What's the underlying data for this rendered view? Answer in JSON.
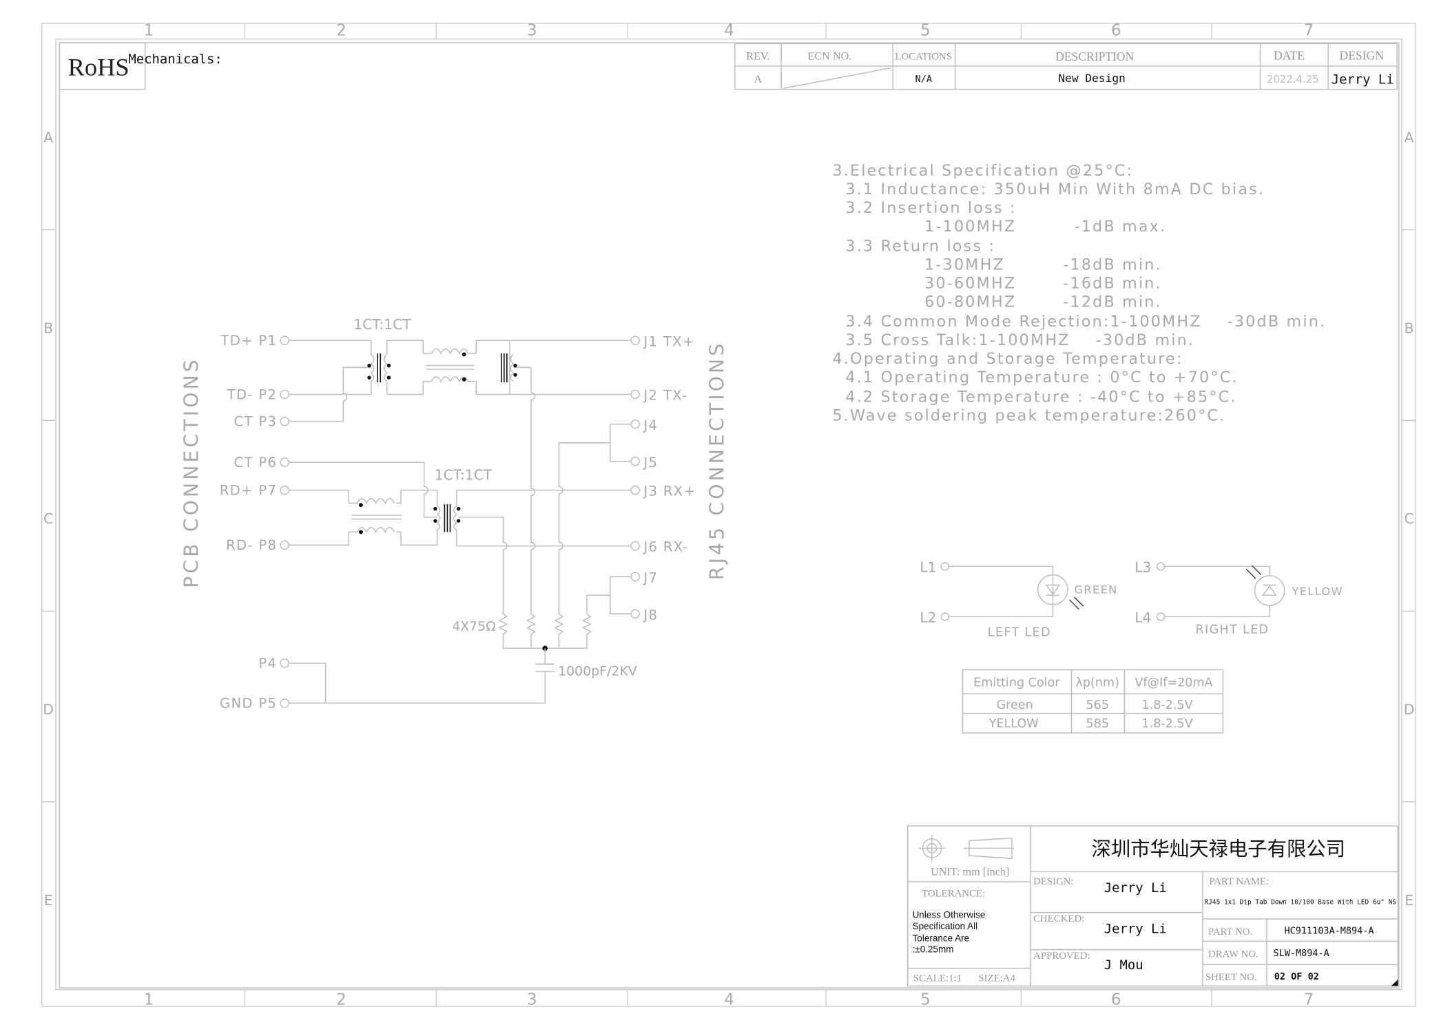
{
  "frame": {
    "columns": [
      "1",
      "2",
      "3",
      "4",
      "5",
      "6",
      "7"
    ],
    "rows": [
      "A",
      "B",
      "C",
      "D",
      "E"
    ]
  },
  "rohs": "RoHS",
  "mechanicals": "Mechanicals:",
  "revision_table": {
    "headers": [
      "REV.",
      "ECN NO.",
      "LOCATIONS",
      "DESCRIPTION",
      "DATE",
      "DESIGN"
    ],
    "row": {
      "rev": "A",
      "ecn": "",
      "locations": "N/A",
      "description": "New Design",
      "date": "2022.4.25",
      "design": "Jerry Li"
    }
  },
  "specs": {
    "h3": "3.Electrical Specification @25°C:",
    "s31": "3.1 Inductance: 350uH Min With 8mA DC bias.",
    "s32": "3.2 Insertion loss :",
    "insertion": [
      {
        "range": "1-100MHZ",
        "value": "-1dB max."
      }
    ],
    "s33": "3.3 Return loss :",
    "return_loss": [
      {
        "range": "1-30MHZ",
        "value": "-18dB min."
      },
      {
        "range": "30-60MHZ",
        "value": "-16dB min."
      },
      {
        "range": "60-80MHZ",
        "value": "-12dB min."
      }
    ],
    "s34": "3.4 Common Mode Rejection:1-100MHZ    -30dB min.",
    "s35": "3.5 Cross Talk:1-100MHZ    -30dB min.",
    "h4": "4.Operating and Storage Temperature:",
    "s41": "4.1 Operating Temperature : 0°C to +70°C.",
    "s42": "4.2 Storage Temperature : -40°C to +85°C.",
    "h5": "5.Wave soldering peak temperature:260°C."
  },
  "schematic": {
    "pcb_label": "PCB CONNECTIONS",
    "rj45_label": "RJ45 CONNECTIONS",
    "transformer_tx": "1CT:1CT",
    "transformer_rx": "1CT:1CT",
    "pcb_pins": [
      "TD+ P1",
      "TD- P2",
      "CT P3",
      "CT P6",
      "RD+ P7",
      "RD- P8",
      "P4",
      "GND P5"
    ],
    "rj45_pins": [
      "J1 TX+",
      "J2 TX-",
      "J4",
      "J5",
      "J3 RX+",
      "J6 RX-",
      "J7",
      "J8"
    ],
    "resistors": "4X75Ω",
    "capacitor": "1000pF/2KV"
  },
  "leds": {
    "left": {
      "pin_a": "L1",
      "pin_b": "L2",
      "color": "GREEN",
      "label": "LEFT LED"
    },
    "right": {
      "pin_a": "L3",
      "pin_b": "L4",
      "color": "YELLOW",
      "label": "RIGHT LED"
    }
  },
  "led_table": {
    "headers": [
      "Emitting Color",
      "λp(nm)",
      "Vf@If=20mA"
    ],
    "rows": [
      [
        "Green",
        "565",
        "1.8-2.5V"
      ],
      [
        "YELLOW",
        "585",
        "1.8-2.5V"
      ]
    ]
  },
  "title_block": {
    "company": "深圳市华灿天禄电子有限公司",
    "unit": "UNIT: mm [inch]",
    "tolerance_label": "TOLERANCE:",
    "tolerance_lines": [
      "Unless Otherwise",
      "Specification All",
      "Tolerance Are",
      ":±0.25mm"
    ],
    "scale": "SCALE:1:1",
    "size": "SIZE:A4",
    "design_label": "DESIGN:",
    "design": "Jerry Li",
    "checked_label": "CHECKED:",
    "checked": "Jerry Li",
    "approved_label": "APPROVED:",
    "approved": "J Mou",
    "part_name_label": "PART NAME:",
    "part_name": "RJ45 1x1 Dip Tab Down  10/100 Base With LED 6u\" NS",
    "part_no_label": "PART NO.",
    "part_no": "HC911103A-M894-A",
    "draw_no_label": "DRAW NO.",
    "draw_no": "SLW-M894-A",
    "sheet_no_label": "SHEET NO.",
    "sheet_no": "02 OF 02"
  }
}
